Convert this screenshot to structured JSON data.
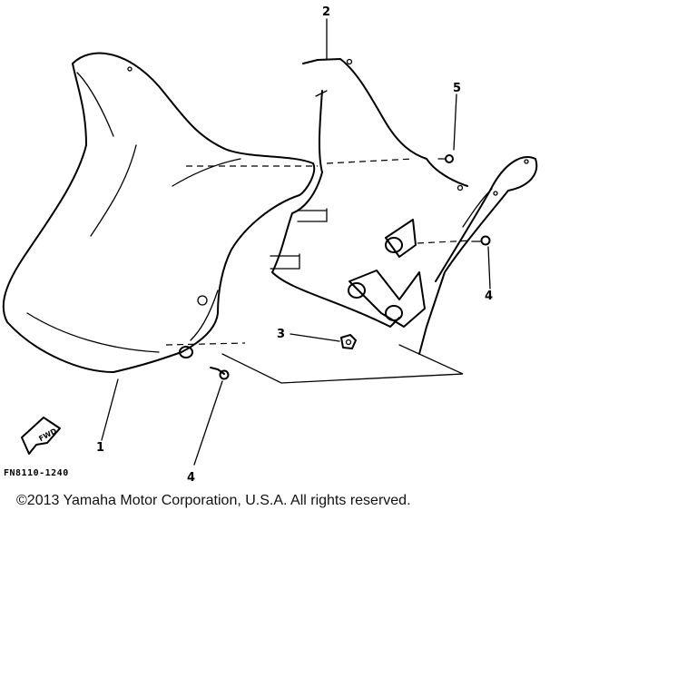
{
  "diagram": {
    "callouts": [
      {
        "id": "1",
        "label": "1"
      },
      {
        "id": "2",
        "label": "2"
      },
      {
        "id": "3",
        "label": "3"
      },
      {
        "id": "4a",
        "label": "4"
      },
      {
        "id": "4b",
        "label": "4"
      },
      {
        "id": "5",
        "label": "5"
      }
    ],
    "figure_code": "FN8110-1240",
    "fwd_label": "FWD"
  },
  "footer": {
    "copyright": "©2013 Yamaha Motor Corporation, U.S.A. All rights reserved."
  }
}
